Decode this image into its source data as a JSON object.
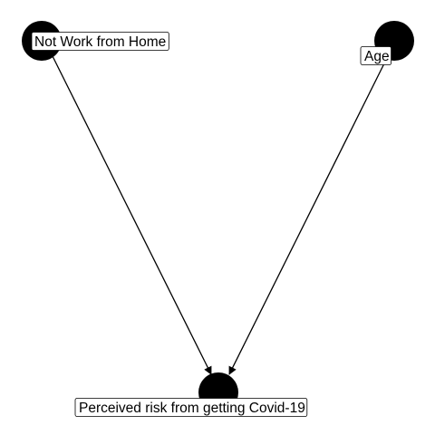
{
  "diagram": {
    "nodes": [
      {
        "id": "wfh",
        "label": "Not Work from Home"
      },
      {
        "id": "age",
        "label": "Age"
      },
      {
        "id": "risk",
        "label": "Perceived risk from getting Covid-19"
      }
    ],
    "edges": [
      {
        "from": "wfh",
        "to": "risk"
      },
      {
        "from": "age",
        "to": "risk"
      }
    ],
    "colors": {
      "node_fill": "#000000",
      "edge": "#000000",
      "label_background": "#ffffff",
      "label_border": "#000000",
      "background": "#ffffff"
    }
  }
}
